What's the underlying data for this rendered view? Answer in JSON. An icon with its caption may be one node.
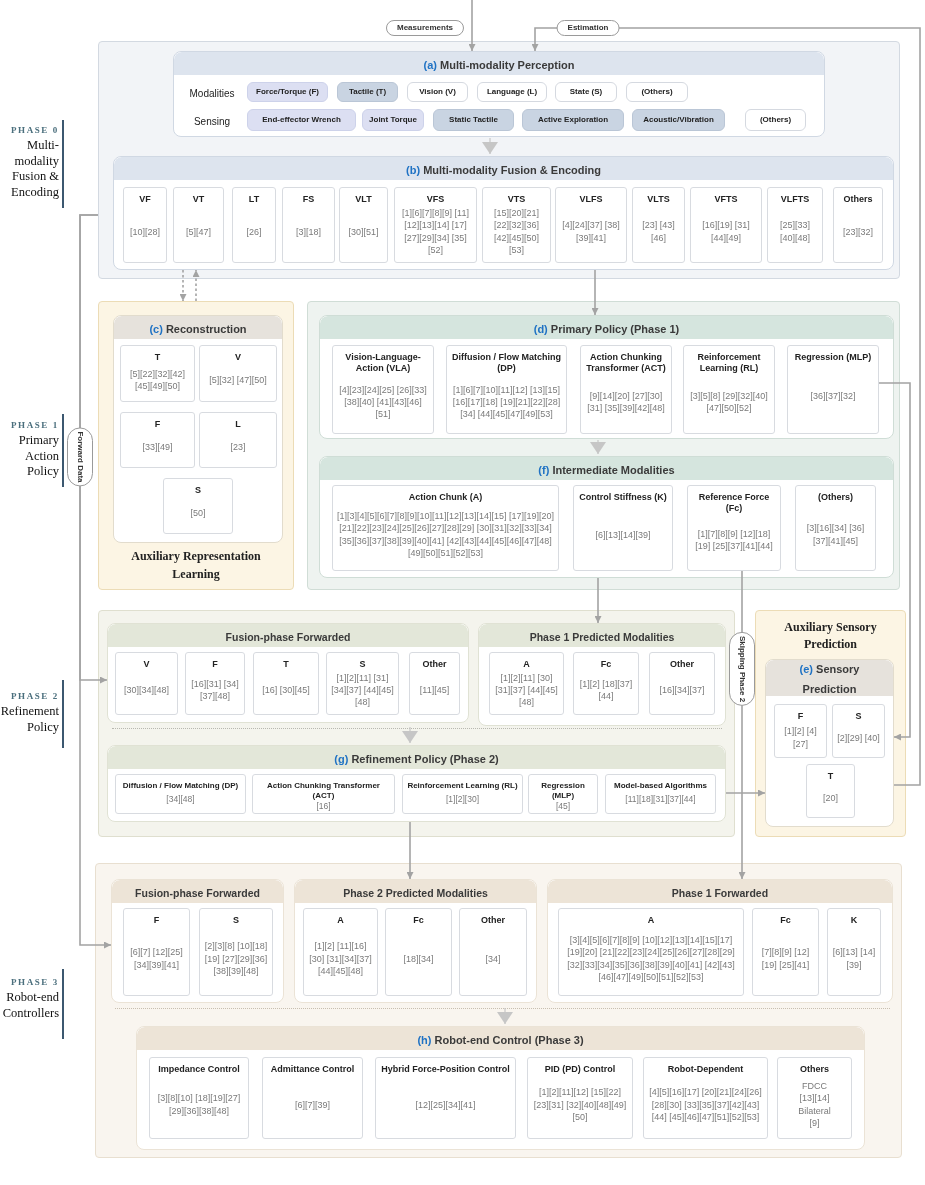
{
  "diagram": {
    "nodes": [
      {
        "text": [],
        "shape": "box"
      },
      {
        "text": [
          "(a)",
          "Multi-modality Perception"
        ],
        "in": 0
      },
      {
        "text": [
          "Force/Torque (F)"
        ],
        "in": 1
      },
      {
        "text": [
          "Tactile (T)"
        ],
        "in": 1
      },
      {
        "text": [
          "Vision (V)"
        ],
        "in": 1
      },
      {
        "text": [
          "Language (L)"
        ],
        "in": 1
      },
      {
        "text": [
          "State (S)"
        ],
        "in": 1
      },
      {
        "text": [
          "(Others)"
        ],
        "in": 1
      },
      {
        "text": [
          "End-effector Wrench"
        ],
        "in": 1
      },
      {
        "text": [
          "Joint Torque"
        ],
        "in": 1
      },
      {
        "text": [
          "Static Tactile"
        ],
        "in": 1
      },
      {
        "text": [
          "Active Exploration"
        ],
        "in": 1
      },
      {
        "text": [
          "Acoustic/Vibration"
        ],
        "in": 1
      },
      {
        "text": [
          "(Others)"
        ],
        "in": 1
      },
      {
        "text": [
          "(b)",
          "Multi-modality Fusion & Encoding"
        ],
        "in": 0
      },
      {
        "text": [
          "VF",
          "[10][28]"
        ],
        "in": 14
      },
      {
        "text": [
          "VT",
          "[5][47]"
        ],
        "in": 14
      },
      {
        "text": [
          "LT",
          "[26]"
        ],
        "in": 14
      },
      {
        "text": [
          "FS",
          "[3][18]"
        ],
        "in": 14
      },
      {
        "text": [
          "VLT",
          "[30][51]"
        ],
        "in": 14
      },
      {
        "text": [
          "VFS",
          "[1][6][7][8][9] [11][12][13][14] [17][27][29][34] [35][52]"
        ],
        "in": 14
      },
      {
        "text": [
          "VTS",
          "[15][20][21] [22][32][36] [42][45][50] [53]"
        ],
        "in": 14
      },
      {
        "text": [
          "VLFS",
          "[4][24][37] [38][39][41]"
        ],
        "in": 14
      },
      {
        "text": [
          "VLTS",
          "[23] [43][46]"
        ],
        "in": 14
      },
      {
        "text": [
          "VFTS",
          "[16][19] [31][44][49]"
        ],
        "in": 14
      },
      {
        "text": [
          "VLFTS",
          "[25][33] [40][48]"
        ],
        "in": 14
      },
      {
        "text": [
          "Others",
          "[23][32]"
        ],
        "in": 14
      },
      {
        "text": [
          "Auxiliary Representation Learning"
        ]
      },
      {
        "text": [
          "(c)",
          "Reconstruction"
        ],
        "in": 27
      },
      {
        "text": [
          "T",
          "[5][22][32][42] [45][49][50]"
        ],
        "in": 28
      },
      {
        "text": [
          "V",
          "[5][32] [47][50]"
        ],
        "in": 28
      },
      {
        "text": [
          "F",
          "[33][49]"
        ],
        "in": 28
      },
      {
        "text": [
          "L",
          "[23]"
        ],
        "in": 28
      },
      {
        "text": [
          "S",
          "[50]"
        ],
        "in": 28
      },
      {
        "text": [],
        "shape": "box"
      },
      {
        "text": [
          "(d)",
          "Primary Policy (Phase 1)"
        ],
        "in": 34
      },
      {
        "text": [
          "Vision-Language-Action (VLA)",
          "[4][23][24][25] [26][33][38][40] [41][43][46][51]"
        ],
        "in": 35
      },
      {
        "text": [
          "Diffusion / Flow Matching (DP)",
          "[1][6][7][10][11][12] [13][15][16][17][18] [19][21][22][28][34] [44][45][47][49][53]"
        ],
        "in": 35
      },
      {
        "text": [
          "Action Chunking Transformer (ACT)",
          "[9][14][20] [27][30][31] [35][39][42][48]"
        ],
        "in": 35
      },
      {
        "text": [
          "Reinforcement Learning (RL)",
          "[3][5][8] [29][32][40] [47][50][52]"
        ],
        "in": 35
      },
      {
        "text": [
          "Regression (MLP)",
          "[36][37][32]"
        ],
        "in": 35
      },
      {
        "text": [
          "(f)",
          "Intermediate Modalities"
        ],
        "in": 34
      },
      {
        "text": [
          "Action Chunk (A)",
          "[1][3][4][5][6][7][8][9][10][11][12][13][14][15] [17][19][20][21][22][23][24][25][26][27][28][29] [30][31][32][33][34][35][36][37][38][39][40][41] [42][43][44][45][46][47][48][49][50][51][52][53]"
        ],
        "in": 41
      },
      {
        "text": [
          "Control Stiffness (K)",
          "[6][13][14][39]"
        ],
        "in": 41
      },
      {
        "text": [
          "Reference Force (Fc)",
          "[1][7][8][9] [12][18][19] [25][37][41][44]"
        ],
        "in": 41
      },
      {
        "text": [
          "(Others)",
          "[3][16][34] [36][37][41][45]"
        ],
        "in": 41
      },
      {
        "text": [],
        "shape": "box"
      },
      {
        "text": [
          "Fusion-phase Forwarded"
        ],
        "in": 46
      },
      {
        "text": [
          "V",
          "[30][34][48]"
        ],
        "in": 47
      },
      {
        "text": [
          "F",
          "[16][31] [34][37][48]"
        ],
        "in": 47
      },
      {
        "text": [
          "T",
          "[16] [30][45]"
        ],
        "in": 47
      },
      {
        "text": [
          "S",
          "[1][2][11] [31][34][37] [44][45][48]"
        ],
        "in": 47
      },
      {
        "text": [
          "Other",
          "[11][45]"
        ],
        "in": 47
      },
      {
        "text": [
          "Phase 1 Predicted Modalities"
        ],
        "in": 46
      },
      {
        "text": [
          "A",
          "[1][2][11] [30][31][37] [44][45][48]"
        ],
        "in": 53
      },
      {
        "text": [
          "Fc",
          "[1][2] [18][37][44]"
        ],
        "in": 53
      },
      {
        "text": [
          "Other",
          "[16][34][37]"
        ],
        "in": 53
      },
      {
        "text": [
          "(g)",
          "Refinement Policy (Phase 2)"
        ],
        "in": 46
      },
      {
        "text": [
          "Diffusion / Flow Matching (DP)",
          "[34][48]"
        ],
        "in": 57
      },
      {
        "text": [
          "Action Chunking Transformer (ACT)",
          "[16]"
        ],
        "in": 57
      },
      {
        "text": [
          "Reinforcement Learning (RL)",
          "[1][2][30]"
        ],
        "in": 57
      },
      {
        "text": [
          "Regression (MLP)",
          "[45]"
        ],
        "in": 57
      },
      {
        "text": [
          "Model-based Algorithms",
          "[11][18][31][37][44]"
        ],
        "in": 57
      },
      {
        "text": [
          "Auxiliary Sensory Prediction"
        ]
      },
      {
        "text": [
          "(e)",
          "Sensory Prediction"
        ],
        "in": 63
      },
      {
        "text": [
          "F",
          "[1][2] [4][27]"
        ],
        "in": 64
      },
      {
        "text": [
          "S",
          "[2][29] [40]"
        ],
        "in": 64
      },
      {
        "text": [
          "T",
          "[20]"
        ],
        "in": 64
      },
      {
        "text": [],
        "shape": "box"
      },
      {
        "text": [
          "Fusion-phase Forwarded"
        ],
        "in": 68
      },
      {
        "text": [
          "F",
          "[6][7] [12][25] [34][39][41]"
        ],
        "in": 69
      },
      {
        "text": [
          "S",
          "[2][3][8] [10][18][19] [27][29][36] [38][39][48]"
        ],
        "in": 69
      },
      {
        "text": [
          "Phase 2 Predicted Modalities"
        ],
        "in": 68
      },
      {
        "text": [
          "A",
          "[1][2] [11][16][30] [31][34][37] [44][45][48]"
        ],
        "in": 72
      },
      {
        "text": [
          "Fc",
          "[18][34]"
        ],
        "in": 72
      },
      {
        "text": [
          "Other",
          "[34]"
        ],
        "in": 72
      },
      {
        "text": [
          "Phase 1 Forwarded"
        ],
        "in": 68
      },
      {
        "text": [
          "A",
          "[3][4][5][6][7][8][9] [10][12][13][14][15][17][19][20] [21][22][23][24][25][26][27][28][29] [32][33][34][35][36][38][39][40][41] [42][43][46][47][49][50][51][52][53]"
        ],
        "in": 76
      },
      {
        "text": [
          "Fc",
          "[7][8][9] [12][19] [25][41]"
        ],
        "in": 76
      },
      {
        "text": [
          "K",
          "[6][13] [14][39]"
        ],
        "in": 76
      },
      {
        "text": [
          "(h)",
          "Robot-end Control (Phase 3)"
        ],
        "in": 68
      },
      {
        "text": [
          "Impedance Control",
          "[3][8][10] [18][19][27] [29][36][38][48]"
        ],
        "in": 80
      },
      {
        "text": [
          "Admittance Control",
          "[6][7][39]"
        ],
        "in": 80
      },
      {
        "text": [
          "Hybrid Force-Position Control",
          "[12][25][34][41]"
        ],
        "in": 80
      },
      {
        "text": [
          "PID (PD) Control",
          "[1][2][11][12] [15][22][23][31] [32][40][48][49][50]"
        ],
        "in": 80
      },
      {
        "text": [
          "Robot-Dependent",
          "[4][5][16][17] [20][21][24][26][28][30] [33][35][37][42][43][44] [45][46][47][51][52][53]"
        ],
        "in": 80
      },
      {
        "text": [
          "Others",
          "FDCC",
          "[13][14]",
          "Bilateral",
          "[9]"
        ],
        "in": 80
      }
    ],
    "edges": [
      {
        "from": null,
        "to": 1,
        "arrow": "to",
        "label": "Measurements"
      },
      {
        "from": 64,
        "to": 1,
        "arrow": "to",
        "label": "Estimation"
      },
      {
        "from": 1,
        "to": 14,
        "arrow": "to"
      },
      {
        "from": 14,
        "to": 27,
        "arrow": "to",
        "style": "dashed"
      },
      {
        "from": 27,
        "to": 14,
        "arrow": "to",
        "style": "dashed"
      },
      {
        "from": 14,
        "to": 35,
        "arrow": "to"
      },
      {
        "from": 35,
        "to": 41,
        "arrow": "to"
      },
      {
        "from": 40,
        "to": 64,
        "arrow": "to"
      },
      {
        "from": 41,
        "to": 53,
        "arrow": "to"
      },
      {
        "from": 44,
        "to": 76,
        "arrow": "to",
        "label": "Skipping Phase 2"
      },
      {
        "from": 0,
        "to": 47,
        "arrow": "to",
        "label": "Forward Data"
      },
      {
        "from": 0,
        "to": 69,
        "arrow": "to"
      },
      {
        "from": 47,
        "to": 57,
        "arrow": "to"
      },
      {
        "from": 57,
        "to": 72,
        "arrow": "to"
      },
      {
        "from": 57,
        "to": 64,
        "arrow": "to"
      },
      {
        "from": 72,
        "to": 80,
        "arrow": "to"
      }
    ],
    "labels": [
      "Modalities",
      "Sensing",
      "PHASE 0",
      "Multi-modality Fusion & Encoding",
      "PHASE 1",
      "Primary Action Policy",
      "PHASE 2",
      "Refinement Policy",
      "PHASE 3",
      "Robot-end Controllers"
    ]
  }
}
